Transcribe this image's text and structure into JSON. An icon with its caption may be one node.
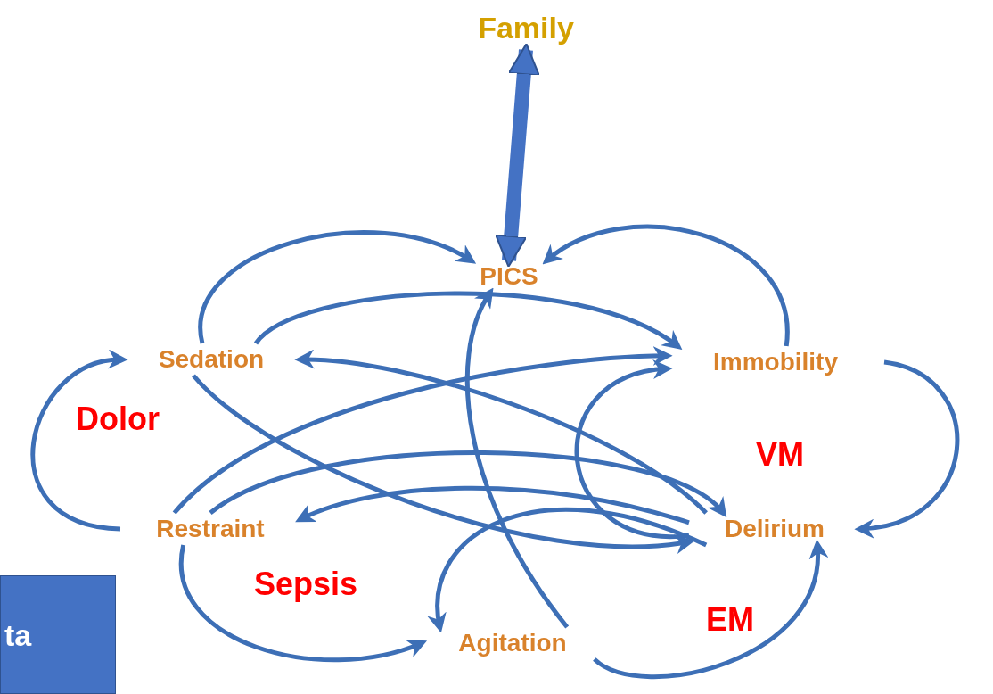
{
  "diagram": {
    "nodes": [
      {
        "text": [
          "Family"
        ]
      },
      {
        "text": [
          "PICS"
        ]
      },
      {
        "text": [
          "Sedation"
        ]
      },
      {
        "text": [
          "Immobility"
        ]
      },
      {
        "text": [
          "Restraint"
        ]
      },
      {
        "text": [
          "Delirium"
        ]
      },
      {
        "text": [
          "Agitation"
        ]
      },
      {
        "text": [
          "ta"
        ]
      }
    ],
    "edges": [
      {
        "from": 0,
        "to": 1,
        "arrow": "both",
        "style": "thick"
      },
      {
        "from": 2,
        "to": 1,
        "arrow": "to"
      },
      {
        "from": 3,
        "to": 1,
        "arrow": "to"
      },
      {
        "from": 2,
        "to": 3,
        "arrow": "to"
      },
      {
        "from": 4,
        "to": 2,
        "arrow": "to"
      },
      {
        "from": 3,
        "to": 5,
        "arrow": "to"
      },
      {
        "from": 4,
        "to": 6,
        "arrow": "to"
      },
      {
        "from": 6,
        "to": 5,
        "arrow": "to"
      },
      {
        "from": 5,
        "to": 4,
        "arrow": "to"
      },
      {
        "from": 5,
        "to": 2,
        "arrow": "to"
      },
      {
        "from": 5,
        "to": 3,
        "arrow": "to"
      },
      {
        "from": 4,
        "to": 3,
        "arrow": "to"
      },
      {
        "from": 6,
        "to": 1,
        "arrow": "to"
      },
      {
        "from": 4,
        "to": 5,
        "arrow": "to"
      },
      {
        "from": 2,
        "to": 5,
        "arrow": "to"
      },
      {
        "from": 5,
        "to": 6,
        "arrow": "to"
      }
    ],
    "labels": [
      "Dolor",
      "VM",
      "Sepsis",
      "EM"
    ]
  }
}
